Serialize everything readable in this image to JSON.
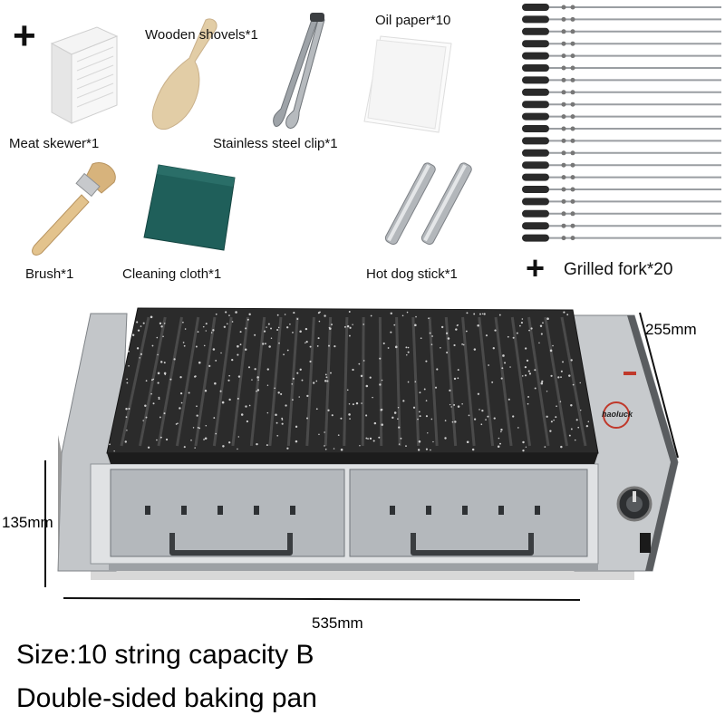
{
  "accessories": {
    "plus_sign": "+",
    "meat_skewer": "Meat skewer*1",
    "wooden_shovels": "Wooden shovels*1",
    "stainless_clip": "Stainless steel clip*1",
    "oil_paper": "Oil paper*10",
    "brush": "Brush*1",
    "cleaning_cloth": "Cleaning cloth*1",
    "hot_dog_stick": "Hot dog stick*1",
    "grilled_fork": "Grilled fork*20"
  },
  "product": {
    "brand_logo": "haoluck",
    "width_dim": "535mm",
    "depth_dim": "255mm",
    "height_dim": "135mm"
  },
  "captions": {
    "size_line": "Size:10 string capacity B",
    "feature_line": "Double-sided baking pan"
  },
  "colors": {
    "grill_plate": "#2b2b2b",
    "steel": "#b9bcbf",
    "cloth": "#1f5f5a",
    "wood": "#d9b98a"
  }
}
